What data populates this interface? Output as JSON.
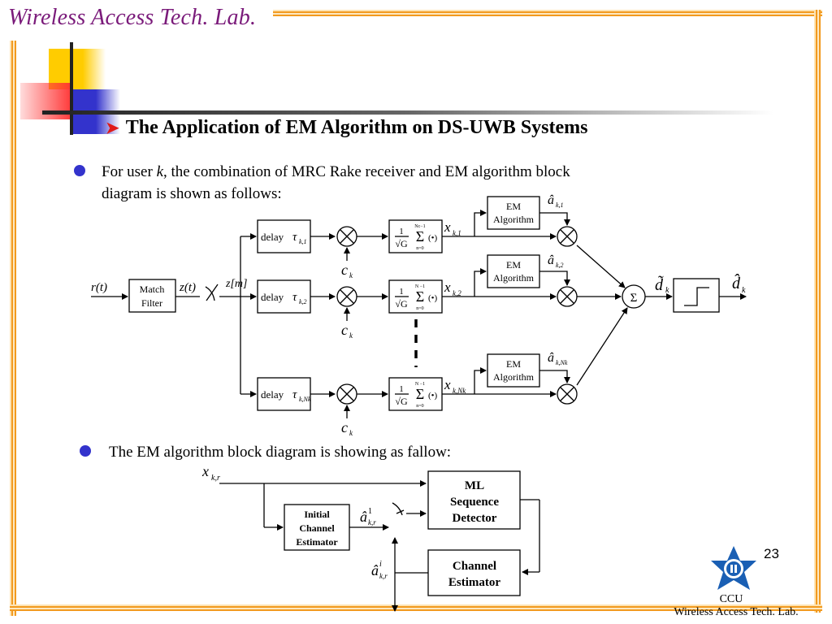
{
  "header": {
    "lab_name": "Wireless Access Tech. Lab.",
    "slide_title": "The Application of EM Algorithm on DS-UWB Systems",
    "bullet_icon": "arrow-right-icon"
  },
  "colors": {
    "lab_name": "#7a1a7a",
    "frame_orange": "#f29a1f",
    "bullet_blue": "#3333cc",
    "arrow_red": "#e01a1a",
    "logo_blue": "#1a5fb4"
  },
  "bullets": [
    {
      "pre": "For user ",
      "var": "k",
      "post": ", the combination of MRC Rake receiver and EM algorithm block",
      "line2": "diagram is shown as follows:"
    },
    {
      "text": "The EM algorithm block diagram is showing as fallow:"
    }
  ],
  "rake_diagram": {
    "input_label": "r(t)",
    "match_filter": [
      "Match",
      "Filter"
    ],
    "sampled_label": "z(t)",
    "discrete_label": "z[m]",
    "delay_label": "delay",
    "tau_symbol": "τ",
    "branches": [
      {
        "delay_sub": "k,1",
        "code": "c",
        "code_sub": "k",
        "sum_upper": "Nc−1",
        "x_sub": "k,1",
        "a_sub": "k,1"
      },
      {
        "delay_sub": "k,2",
        "code": "c",
        "code_sub": "k",
        "sum_upper": "N −1",
        "x_sub": "k,2",
        "a_sub": "k,2"
      },
      {
        "delay_sub": "k,Nk",
        "code": "c",
        "code_sub": "k",
        "sum_upper": "N −1",
        "x_sub": "k,Nk",
        "a_sub": "k,Nk"
      }
    ],
    "correlator": {
      "numerator": "1",
      "denominator": "√G",
      "sum": "Σ",
      "lower": "n=0",
      "arg": "(•)"
    },
    "em_block": [
      "EM",
      "Algorithm"
    ],
    "a_hat": "â",
    "x_var": "x",
    "combiner_symbol": "Σ",
    "soft_output": "d̃",
    "soft_sub": "k",
    "hard_output": "d̂",
    "hard_sub": "k"
  },
  "em_diagram": {
    "input_label": "x",
    "input_sub": "k,r",
    "initial_estimator": [
      "Initial",
      "Channel",
      "Estimator"
    ],
    "ml_detector": [
      "ML",
      "Sequence",
      "Detector"
    ],
    "channel_estimator": [
      "Channel",
      "Estimator"
    ],
    "a_hat": "â",
    "initial_sup": "1",
    "iter_sup": "i",
    "a_sub": "k,r"
  },
  "footer": {
    "page_number": "23",
    "logo_icon": "ccu-emblem-icon",
    "org": "CCU",
    "lab": "Wireless Access Tech. Lab."
  }
}
